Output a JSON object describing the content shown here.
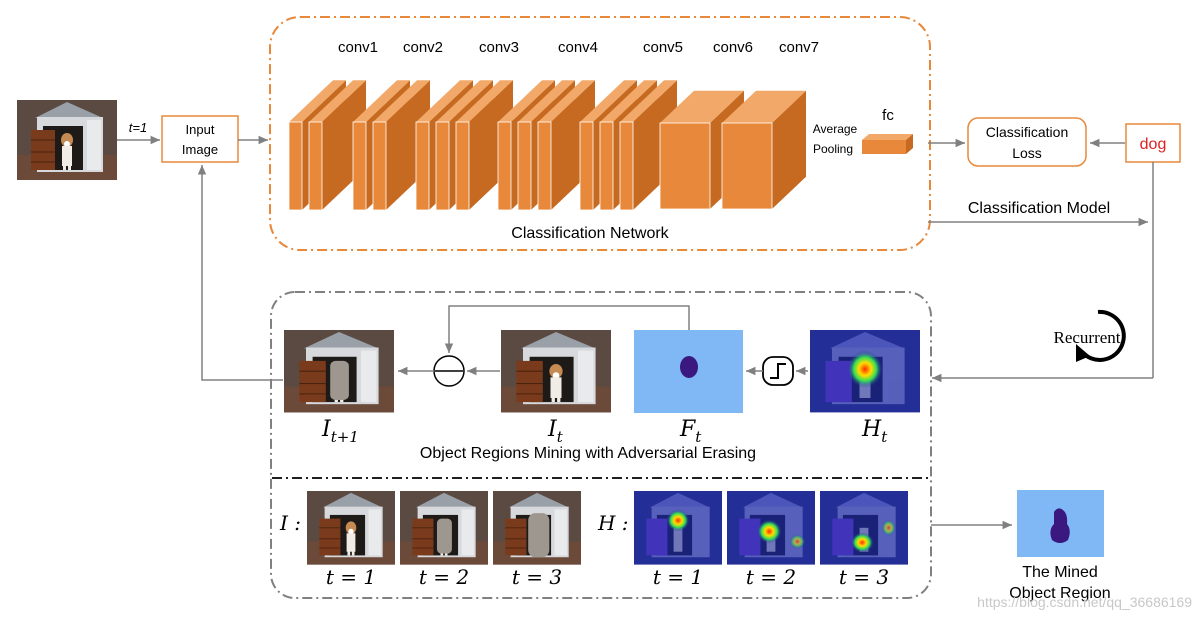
{
  "input": {
    "t_label": "t=1",
    "box_label_line1": "Input",
    "box_label_line2": "Image"
  },
  "network": {
    "layers": [
      "conv1",
      "conv2",
      "conv3",
      "conv4",
      "conv5",
      "conv6",
      "conv7"
    ],
    "pooling_line1": "Average",
    "pooling_line2": "Pooling",
    "fc": "fc",
    "title": "Classification Network"
  },
  "loss": {
    "line1": "Classification",
    "line2": "Loss"
  },
  "label": "dog",
  "model_label": "Classification Model",
  "recurrent": "Recurrent",
  "erasing": {
    "title": "Object Regions Mining with Adversarial Erasing",
    "labels": [
      {
        "main": "I",
        "sub": "t+1"
      },
      {
        "main": "I",
        "sub": "t"
      },
      {
        "main": "F",
        "sub": "t"
      },
      {
        "main": "H",
        "sub": "t"
      }
    ]
  },
  "sequence": {
    "I_prefix": "I :",
    "H_prefix": "H :",
    "steps": [
      "t = 1",
      "t = 2",
      "t = 3"
    ]
  },
  "result": {
    "line1": "The Mined",
    "line2": "Object Region"
  },
  "watermark": "https://blog.csdn.net/qq_36686169",
  "colors": {
    "orange": "#E8883A",
    "orange_dark": "#C56A20",
    "orange_light": "#F2A868",
    "gray_line": "#808080",
    "dog_red": "#E02020",
    "mask_blue": "#7FB8F5",
    "mask_purple": "#3A1880",
    "heat_blue": "#1F2C9A"
  }
}
